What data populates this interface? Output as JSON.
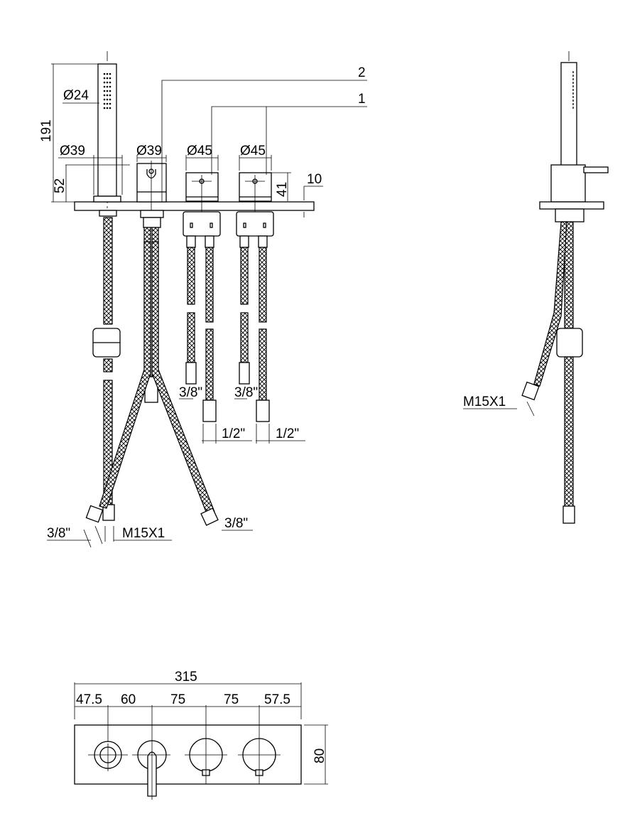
{
  "front_view": {
    "callouts": [
      "2",
      "1"
    ],
    "dims": {
      "handshower_diameter": "Ø24",
      "handshower_height": "191",
      "holder_diameter": "Ø39",
      "holder_height": "52",
      "diverter_diameter": "Ø39",
      "mixer1_diameter": "Ø45",
      "mixer2_diameter": "Ø45",
      "handle_height": "41",
      "plate_thickness": "10",
      "mixer1_inlet": "3/8\"",
      "mixer2_inlet": "3/8\"",
      "mixer1_outlet": "1/2\"",
      "mixer2_outlet": "1/2\"",
      "diverter_left_outlet": "3/8\"",
      "hose_thread": "M15X1",
      "diverter_right_outlet": "3/8\""
    }
  },
  "side_view": {
    "hose_thread": "M15X1"
  },
  "top_view": {
    "overall_width": "315",
    "spacings": [
      "47.5",
      "60",
      "75",
      "75",
      "57.5"
    ],
    "depth": "80"
  }
}
